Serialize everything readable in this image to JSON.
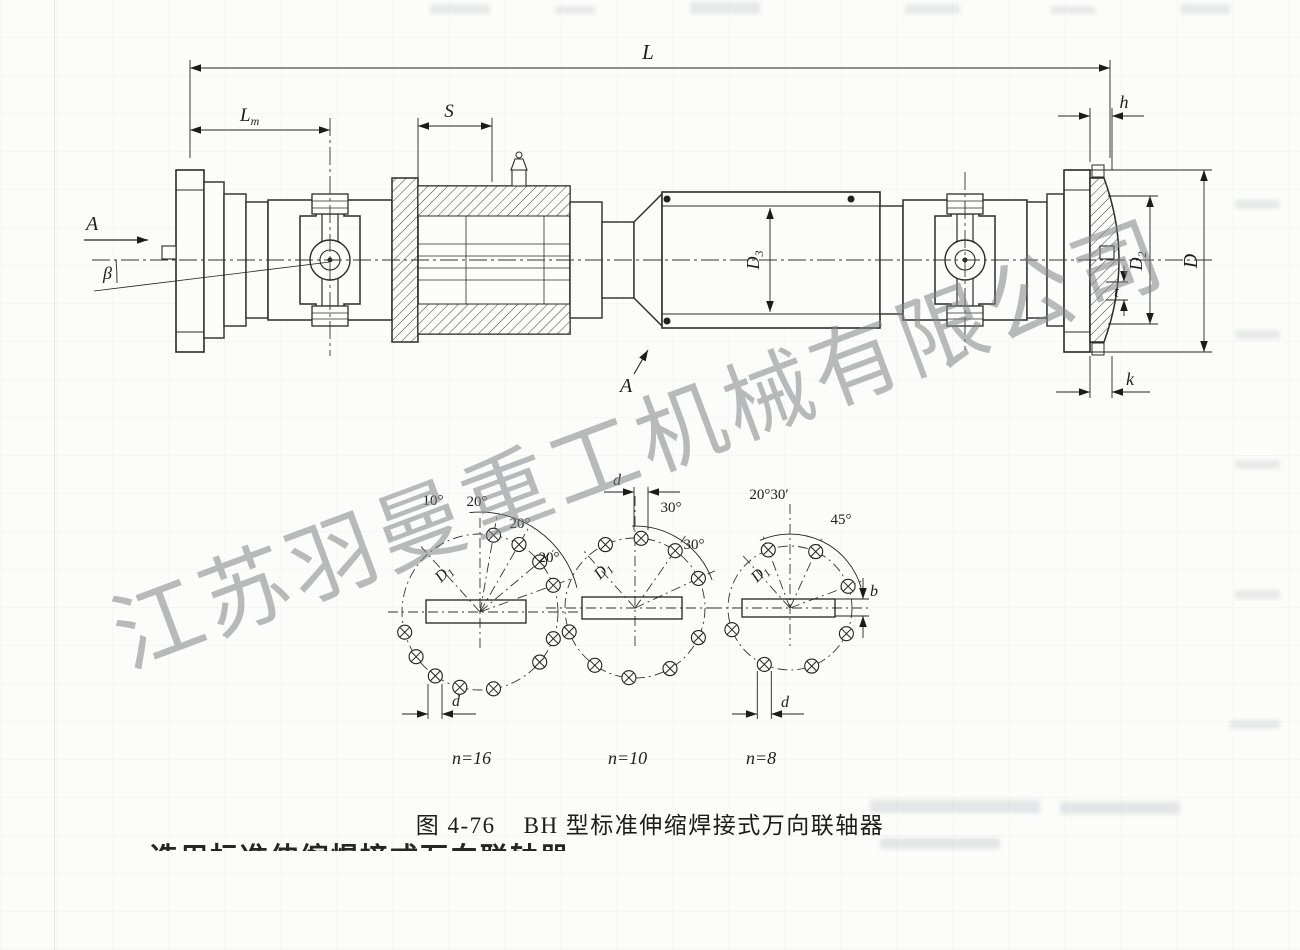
{
  "watermark": {
    "text": "江苏羽曼重工机械有限公司"
  },
  "caption": {
    "figure_label": "图 4-76",
    "title": "BH 型标准伸缩焊接式万向联轴器"
  },
  "footer_clipped_text": "选用标准伸缩焊接式万向联轴器",
  "drawing": {
    "dim_overall_length": "L",
    "dim_lm_main": "L",
    "dim_lm_sub": "m",
    "dim_travel": "S",
    "dim_h": "h",
    "dim_flange_od": "D",
    "dim_d2_main": "D",
    "dim_d2_sub": "2",
    "dim_d3_main": "D",
    "dim_d3_sub": "3",
    "dim_t": "t",
    "dim_k": "k",
    "view_label": "A",
    "angle_label": "β",
    "section_label": "A"
  },
  "patterns": {
    "p16": {
      "n_label": "n=16",
      "angles": [
        "10°",
        "20°",
        "20°",
        "20°"
      ],
      "hole_d": "d",
      "d1_main": "D",
      "d1_sub": "1"
    },
    "p10": {
      "n_label": "n=10",
      "angles": [
        "30°",
        "30°"
      ],
      "hole_d": "d",
      "d1_main": "D",
      "d1_sub": "1"
    },
    "p8": {
      "n_label": "n=8",
      "angles": [
        "20°30′",
        "45°"
      ],
      "hole_d": "d",
      "d1_main": "D",
      "d1_sub": "1",
      "key_b": "b"
    }
  }
}
